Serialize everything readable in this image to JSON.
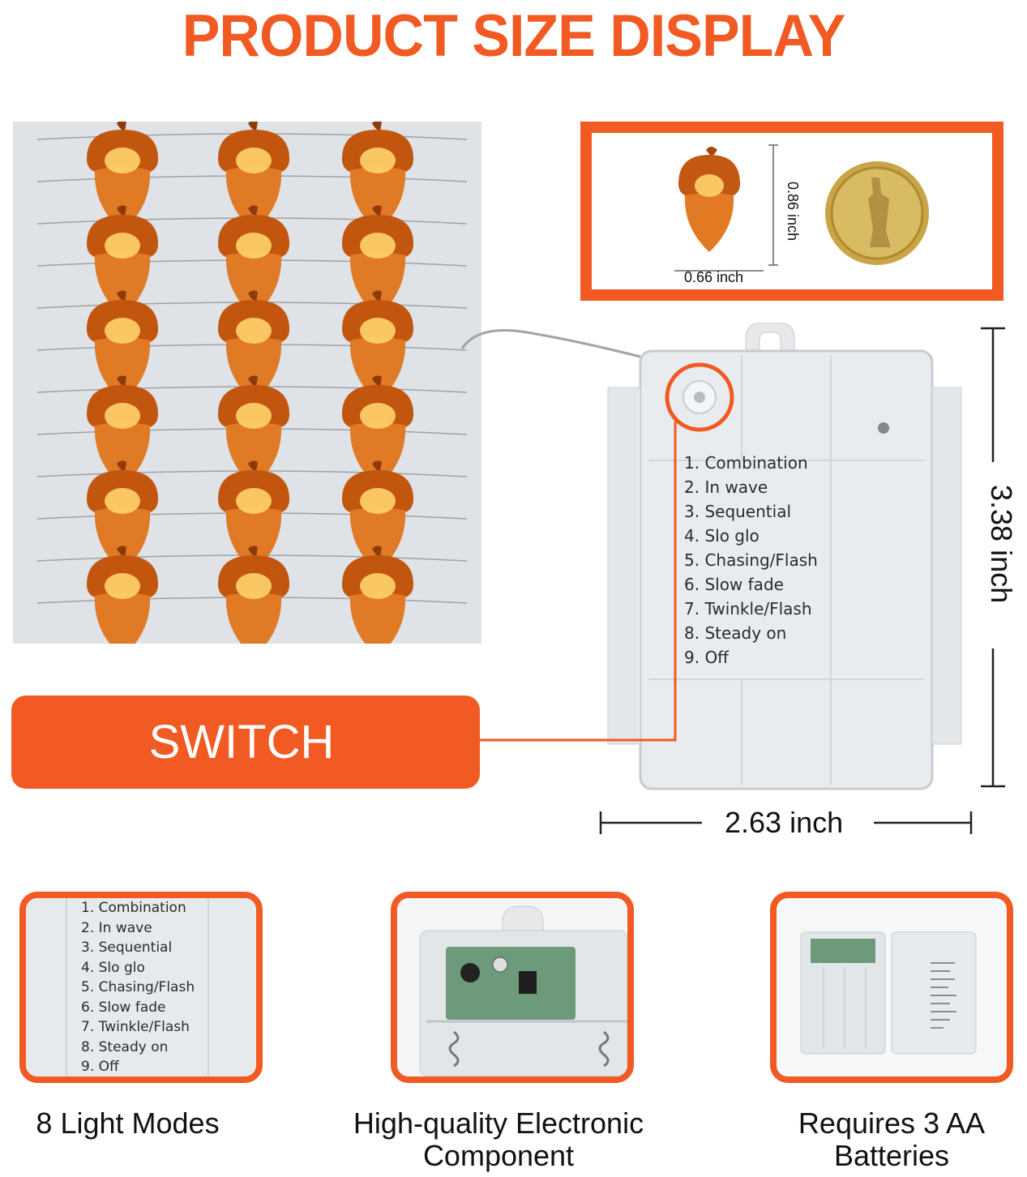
{
  "title": "PRODUCT SIZE DISPLAY",
  "colors": {
    "accent": "#f15a22",
    "acorn": "#d2691e",
    "acorn_glow": "#ffd36b",
    "box": "#e9ecef"
  },
  "dimensions": {
    "acorn_height": "0.86 inch",
    "acorn_width": "0.66 inch",
    "box_height": "3.38 inch",
    "box_width": "2.63 inch"
  },
  "switch_label": "SWITCH",
  "modes": [
    "1. Combination",
    "2. In wave",
    "3. Sequential",
    "4. Slo glo",
    "5. Chasing/Flash",
    "6. Slow fade",
    "7. Twinkle/Flash",
    "8. Steady on",
    "9. Off"
  ],
  "features": [
    {
      "caption_lines": [
        "8 Light Modes"
      ]
    },
    {
      "caption_lines": [
        "High-quality Electronic",
        "Component"
      ]
    },
    {
      "caption_lines": [
        "Requires 3 AA",
        "Batteries"
      ]
    }
  ]
}
